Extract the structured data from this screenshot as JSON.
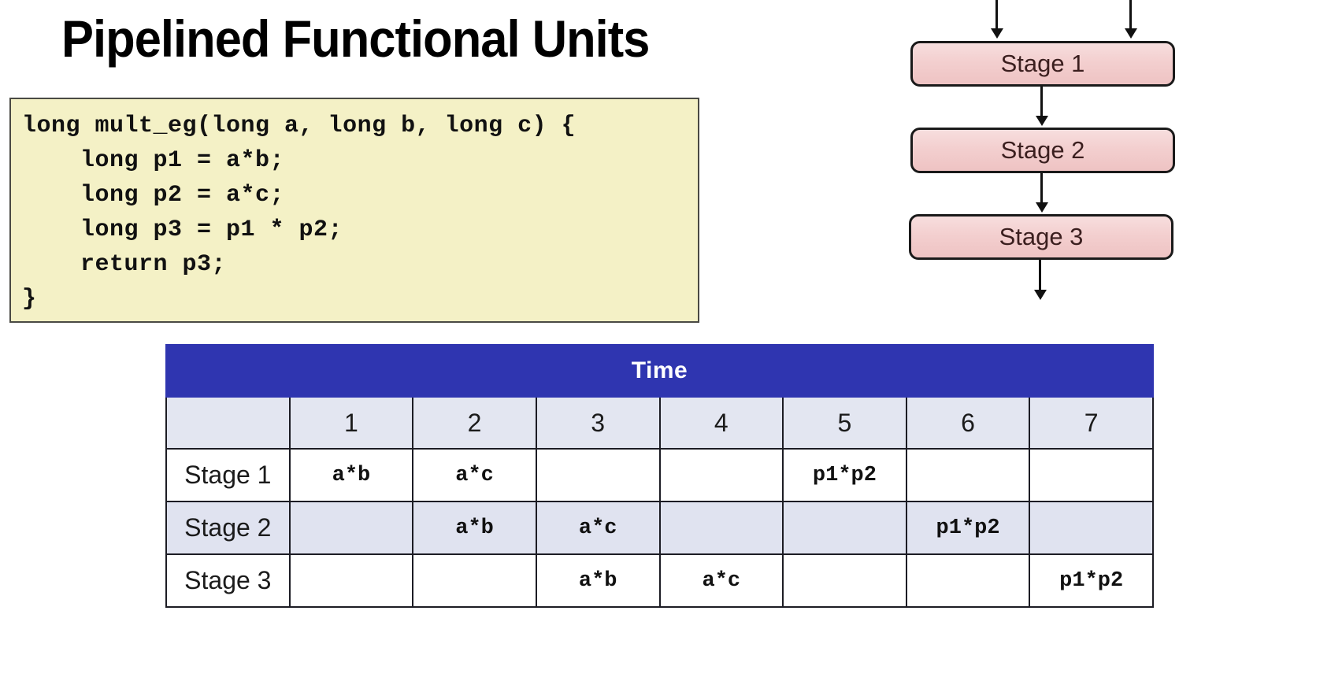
{
  "slide": {
    "title": "Pipelined Functional Units"
  },
  "code": {
    "language": "c",
    "lines": [
      "long mult_eg(long a, long b, long c) {",
      "    long p1 = a*b;",
      "    long p2 = a*c;",
      "    long p3 = p1 * p2;",
      "    return p3;",
      "}"
    ],
    "background_color": "#f4f1c6",
    "border_color": "#4a4a44"
  },
  "pipeline": {
    "stages": [
      {
        "label": "Stage 1"
      },
      {
        "label": "Stage 2"
      },
      {
        "label": "Stage 3"
      }
    ],
    "input_arrows": 2,
    "output_arrows": 1,
    "box_fill_color": "#f3cfcf",
    "box_border_color": "#1a1a1a",
    "box_text_color": "#3b1f1f"
  },
  "table": {
    "header_label": "Time",
    "header_color": "#2f35b0",
    "header_text_color": "#ffffff",
    "shade_color": "#e0e3f0",
    "time_columns": [
      "1",
      "2",
      "3",
      "4",
      "5",
      "6",
      "7"
    ],
    "corner_label": "",
    "rows": [
      {
        "label": "Stage 1",
        "shaded": false,
        "cells": [
          "a*b",
          "a*c",
          "",
          "",
          "p1*p2",
          "",
          ""
        ]
      },
      {
        "label": "Stage 2",
        "shaded": true,
        "cells": [
          "",
          "a*b",
          "a*c",
          "",
          "",
          "p1*p2",
          ""
        ]
      },
      {
        "label": "Stage 3",
        "shaded": false,
        "cells": [
          "",
          "",
          "a*b",
          "a*c",
          "",
          "",
          "p1*p2"
        ]
      }
    ]
  }
}
